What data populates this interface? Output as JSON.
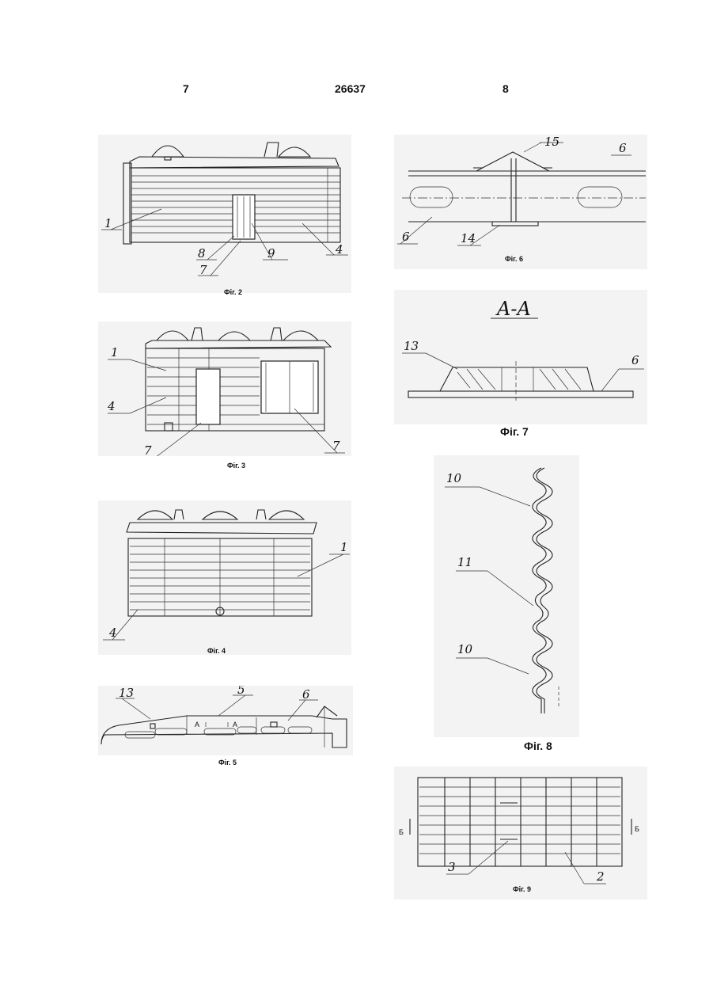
{
  "header": {
    "left_page": "7",
    "doc_number": "26637",
    "right_page": "8"
  },
  "figures": {
    "fig2": {
      "caption": "Фіг. 2",
      "labels": [
        "1",
        "8",
        "7",
        "9",
        "4"
      ]
    },
    "fig3": {
      "caption": "Фіг. 3",
      "labels": [
        "1",
        "4",
        "7",
        "7"
      ]
    },
    "fig4": {
      "caption": "Фіг. 4",
      "labels": [
        "1",
        "4"
      ]
    },
    "fig5": {
      "caption": "Фіг. 5",
      "labels": [
        "13",
        "5",
        "6"
      ],
      "section_marks": [
        "A",
        "A"
      ]
    },
    "fig6": {
      "caption": "Фіг. 6",
      "labels": [
        "15",
        "6",
        "6",
        "14"
      ]
    },
    "fig7": {
      "caption": "Фіг. 7",
      "section_title": "A-A",
      "labels": [
        "13",
        "6"
      ]
    },
    "fig8": {
      "caption": "Фіг. 8",
      "labels": [
        "10",
        "11",
        "10"
      ]
    },
    "fig9": {
      "caption": "Фіг. 9",
      "labels": [
        "3",
        "2"
      ],
      "section_marks": [
        "Б",
        "Б"
      ]
    }
  }
}
